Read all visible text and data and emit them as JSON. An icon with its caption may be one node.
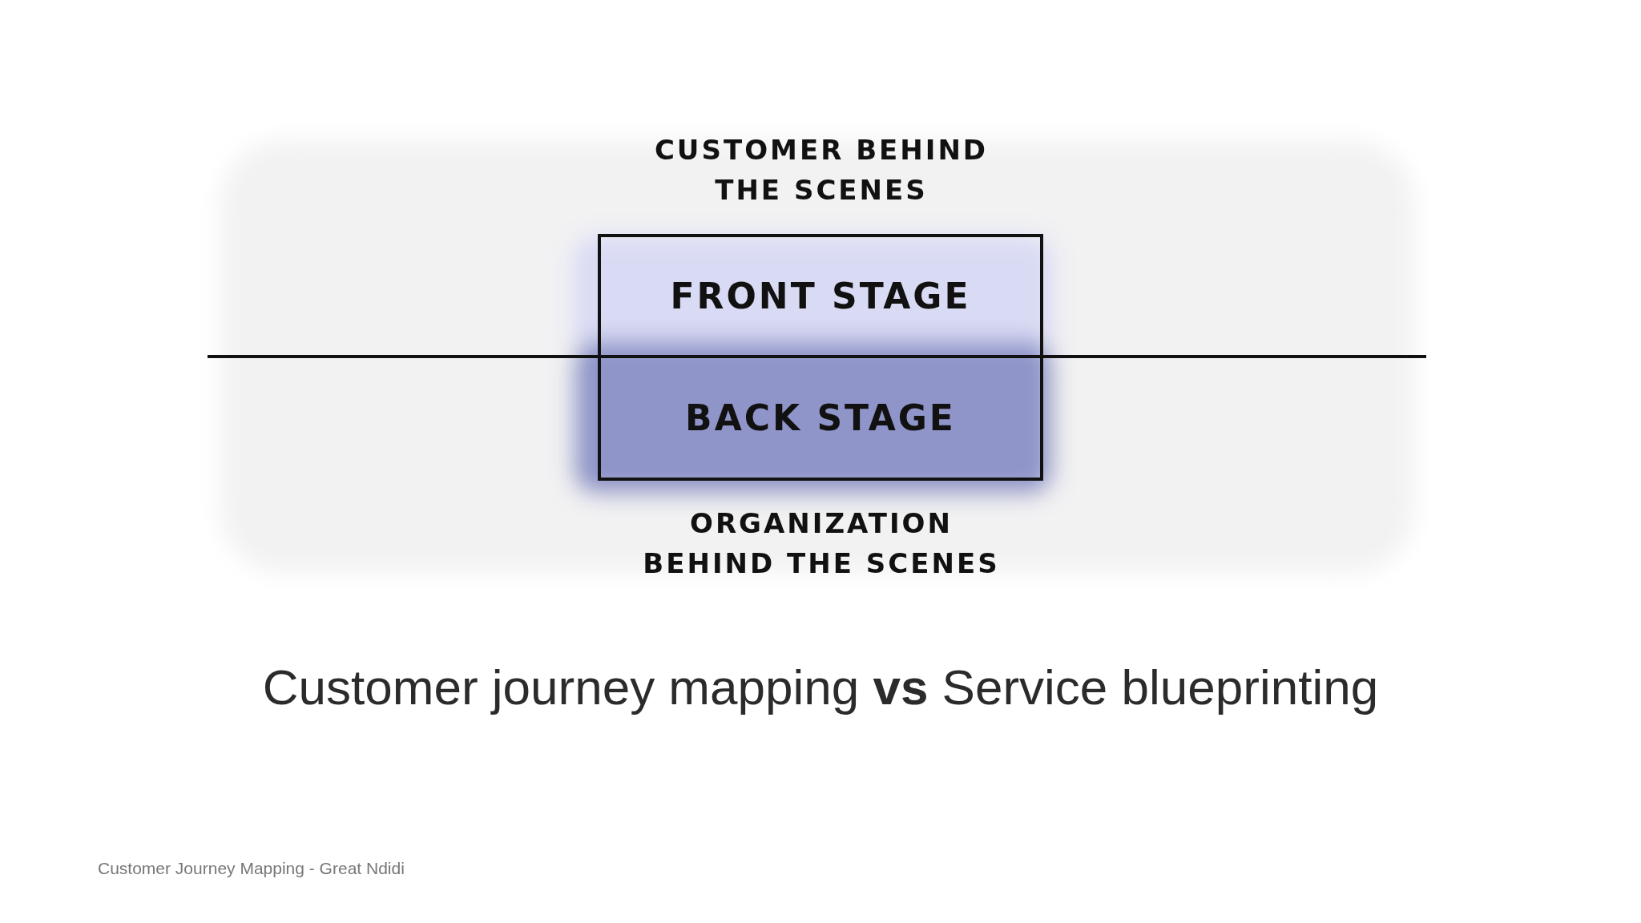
{
  "diagram": {
    "title": "Customer journey mapping **vs** Service blueprinting",
    "caption": "Customer Journey Mapping - Great Ndidi",
    "nodes": [
      {
        "text": [
          "FRONT STAGE"
        ]
      },
      {
        "text": [
          "BACK STAGE"
        ]
      }
    ],
    "edges": [],
    "labels": [
      "CUSTOMER BEHIND THE SCENES",
      "ORGANIZATION BEHIND THE SCENES"
    ]
  }
}
